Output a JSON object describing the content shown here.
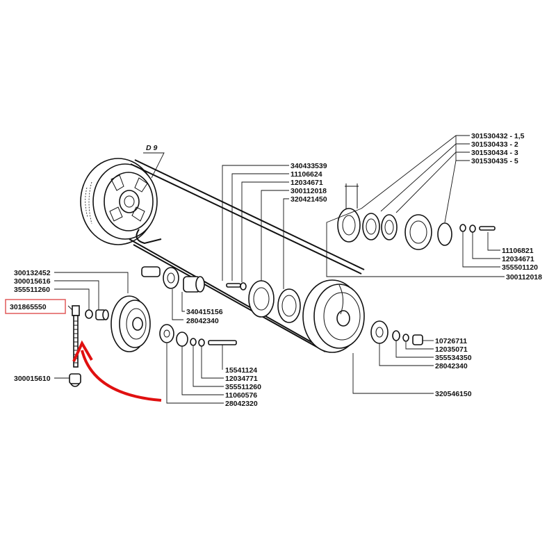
{
  "colors": {
    "ink": "#111111",
    "highlight_box": "#e05a5a",
    "arrow": "#e01010",
    "background": "#ffffff"
  },
  "diagram": {
    "pulley_label": "D 9",
    "highlighted_part": "301865550",
    "parts_left": [
      "300132452",
      "300015616",
      "355511260",
      "301865550",
      "300015610"
    ],
    "parts_center_right": [
      "340415156",
      "28042340"
    ],
    "parts_center_upper": [
      "340433539",
      "11106624",
      "12034671",
      "300112018",
      "320421450"
    ],
    "parts_center_lower": [
      "15541124",
      "12034771",
      "355511260",
      "11060576",
      "28042320"
    ],
    "parts_top_right": [
      "301530432 - 1,5",
      "301530433 - 2",
      "301530434 - 3",
      "301530435 - 5"
    ],
    "parts_right_upper": [
      "11106821",
      "12034671",
      "355501120",
      "300112018"
    ],
    "parts_right_lower": [
      "10726711",
      "12035071",
      "355534350",
      "28042340",
      "320546150"
    ]
  }
}
